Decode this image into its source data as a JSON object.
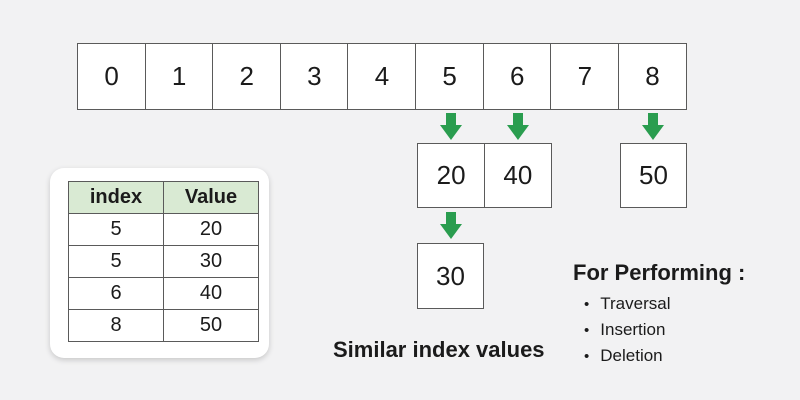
{
  "colors": {
    "background": "#f2f2f3",
    "arrow_green": "#2a9d4f",
    "table_header_bg": "#d9ead3",
    "border_gray": "#5a5a5a",
    "text": "#1b1b1b",
    "card_bg": "#ffffff"
  },
  "icons": {
    "down_arrow": "⬇"
  },
  "index_array": {
    "cells": [
      "0",
      "1",
      "2",
      "3",
      "4",
      "5",
      "6",
      "7",
      "8"
    ]
  },
  "value_boxes": {
    "at_index_5": "20",
    "at_index_6": "40",
    "at_index_8": "50",
    "chained_below_index_5": "30"
  },
  "table": {
    "headers": [
      "index",
      "Value"
    ],
    "rows": [
      [
        "5",
        "20"
      ],
      [
        "5",
        "30"
      ],
      [
        "6",
        "40"
      ],
      [
        "8",
        "50"
      ]
    ]
  },
  "caption": "Similar index values",
  "performing": {
    "title": "For Performing :",
    "items": [
      "Traversal",
      "Insertion",
      "Deletion"
    ]
  }
}
